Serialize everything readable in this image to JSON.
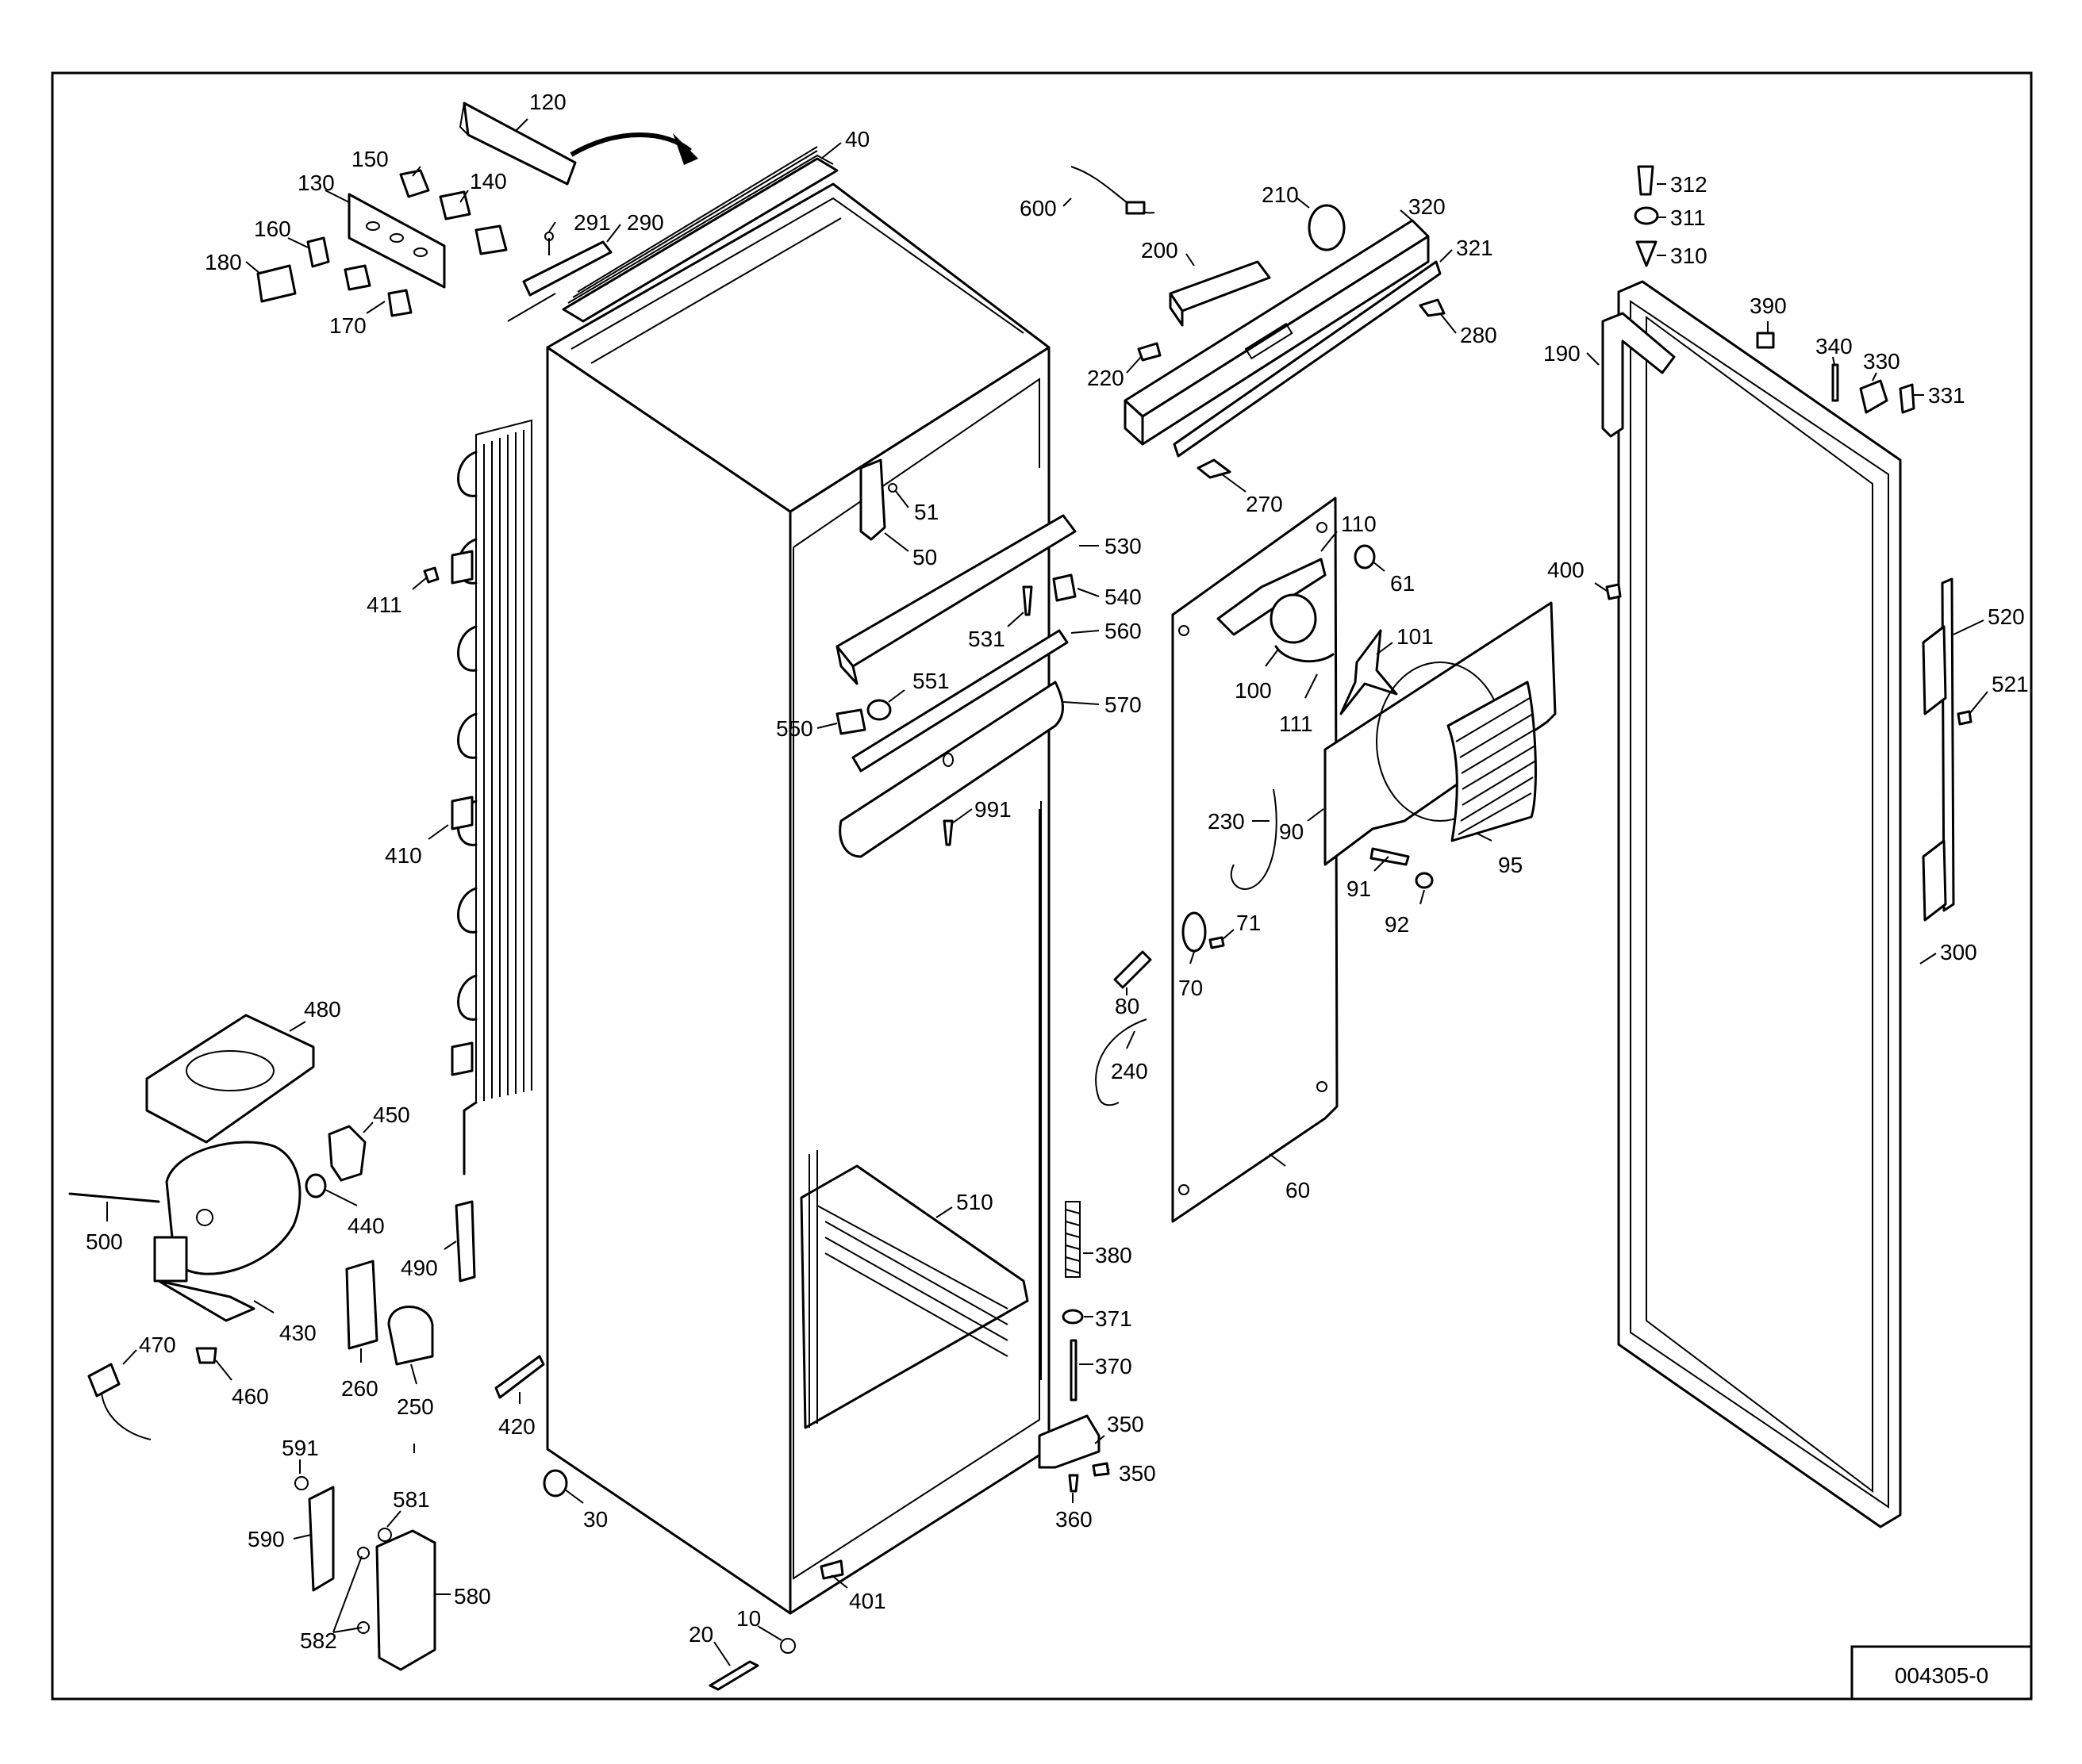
{
  "drawing_number": "004305-0",
  "parts": [
    {
      "id": "p120",
      "label": "120"
    },
    {
      "id": "p150",
      "label": "150"
    },
    {
      "id": "p130",
      "label": "130"
    },
    {
      "id": "p140",
      "label": "140"
    },
    {
      "id": "p160",
      "label": "160"
    },
    {
      "id": "p180",
      "label": "180"
    },
    {
      "id": "p170",
      "label": "170"
    },
    {
      "id": "p291",
      "label": "291"
    },
    {
      "id": "p290",
      "label": "290"
    },
    {
      "id": "p40",
      "label": "40"
    },
    {
      "id": "p600",
      "label": "600"
    },
    {
      "id": "p210",
      "label": "210"
    },
    {
      "id": "p200",
      "label": "200"
    },
    {
      "id": "p320",
      "label": "320"
    },
    {
      "id": "p321",
      "label": "321"
    },
    {
      "id": "p280",
      "label": "280"
    },
    {
      "id": "p220",
      "label": "220"
    },
    {
      "id": "p270",
      "label": "270"
    },
    {
      "id": "p312",
      "label": "312"
    },
    {
      "id": "p311",
      "label": "311"
    },
    {
      "id": "p310",
      "label": "310"
    },
    {
      "id": "p390",
      "label": "390"
    },
    {
      "id": "p190",
      "label": "190"
    },
    {
      "id": "p340",
      "label": "340"
    },
    {
      "id": "p330",
      "label": "330"
    },
    {
      "id": "p331",
      "label": "331"
    },
    {
      "id": "p51",
      "label": "51"
    },
    {
      "id": "p50",
      "label": "50"
    },
    {
      "id": "p530",
      "label": "530"
    },
    {
      "id": "p540",
      "label": "540"
    },
    {
      "id": "p531",
      "label": "531"
    },
    {
      "id": "p560",
      "label": "560"
    },
    {
      "id": "p551",
      "label": "551"
    },
    {
      "id": "p550",
      "label": "550"
    },
    {
      "id": "p570",
      "label": "570"
    },
    {
      "id": "p991",
      "label": "991"
    },
    {
      "id": "p411",
      "label": "411"
    },
    {
      "id": "p410",
      "label": "410"
    },
    {
      "id": "p110",
      "label": "110"
    },
    {
      "id": "p61",
      "label": "61"
    },
    {
      "id": "p101",
      "label": "101"
    },
    {
      "id": "p100",
      "label": "100"
    },
    {
      "id": "p111",
      "label": "111"
    },
    {
      "id": "p400",
      "label": "400"
    },
    {
      "id": "p520",
      "label": "520"
    },
    {
      "id": "p521",
      "label": "521"
    },
    {
      "id": "p230",
      "label": "230"
    },
    {
      "id": "p90",
      "label": "90"
    },
    {
      "id": "p95",
      "label": "95"
    },
    {
      "id": "p91",
      "label": "91"
    },
    {
      "id": "p92",
      "label": "92"
    },
    {
      "id": "p71",
      "label": "71"
    },
    {
      "id": "p70",
      "label": "70"
    },
    {
      "id": "p300",
      "label": "300"
    },
    {
      "id": "p80",
      "label": "80"
    },
    {
      "id": "p240",
      "label": "240"
    },
    {
      "id": "p60",
      "label": "60"
    },
    {
      "id": "p480",
      "label": "480"
    },
    {
      "id": "p450",
      "label": "450"
    },
    {
      "id": "p440",
      "label": "440"
    },
    {
      "id": "p500",
      "label": "500"
    },
    {
      "id": "p490",
      "label": "490"
    },
    {
      "id": "p430",
      "label": "430"
    },
    {
      "id": "p510",
      "label": "510"
    },
    {
      "id": "p380",
      "label": "380"
    },
    {
      "id": "p371",
      "label": "371"
    },
    {
      "id": "p370",
      "label": "370"
    },
    {
      "id": "p470",
      "label": "470"
    },
    {
      "id": "p460",
      "label": "460"
    },
    {
      "id": "p260",
      "label": "260"
    },
    {
      "id": "p250",
      "label": "250"
    },
    {
      "id": "p420",
      "label": "420"
    },
    {
      "id": "p350a",
      "label": "350"
    },
    {
      "id": "p350b",
      "label": "350"
    },
    {
      "id": "p591",
      "label": "591"
    },
    {
      "id": "p581",
      "label": "581"
    },
    {
      "id": "p590",
      "label": "590"
    },
    {
      "id": "p580",
      "label": "580"
    },
    {
      "id": "p582",
      "label": "582"
    },
    {
      "id": "p30",
      "label": "30"
    },
    {
      "id": "p360",
      "label": "360"
    },
    {
      "id": "p10",
      "label": "10"
    },
    {
      "id": "p20",
      "label": "20"
    },
    {
      "id": "p401",
      "label": "401"
    }
  ]
}
